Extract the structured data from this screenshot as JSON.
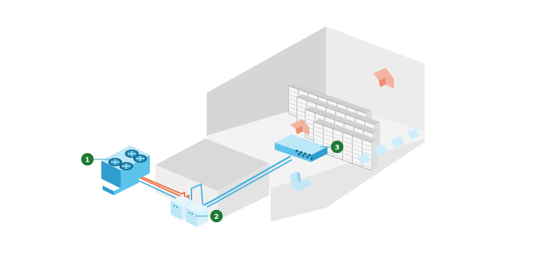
{
  "colors": {
    "background": "#ffffff",
    "building_light": "#ececec",
    "building_mid": "#dcdcdc",
    "building_dark": "#c8c8c8",
    "cooling_blue": "#5cc4ea",
    "cooling_blue_dark": "#2f9fd0",
    "cooling_blue_light": "#bfe8f7",
    "pipe_orange": "#ee7040",
    "pipe_blue": "#4ab4e2",
    "airflow_hot": "#f4b3a0",
    "airflow_cold": "#bfe7f7",
    "callout_green": "#1f7a32",
    "rack_face": "#f7f7f7",
    "rack_line": "#9a9a9a"
  },
  "callouts": [
    {
      "number": "1",
      "icon": "dry-cooler"
    },
    {
      "number": "2",
      "icon": "chiller-pump-units"
    },
    {
      "number": "3",
      "icon": "crah-unit"
    }
  ]
}
